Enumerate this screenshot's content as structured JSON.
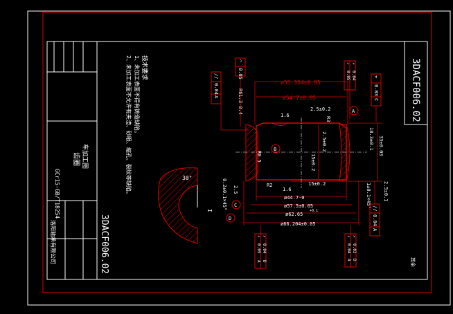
{
  "drawing_number": "3DACF006.02",
  "tech_requirements": {
    "title": "技术要求",
    "items": [
      "1、未加工表面不得有铸造缺陷。",
      "2、未加工表面不允许有夹渣、砂眼、缩孔、裂纹等缺陷。"
    ]
  },
  "title_block": {
    "part_name": "齿圈",
    "process": "车加工图",
    "material": "GCr15-GB/T18254",
    "drawing_no": "3DACF006.02",
    "company": "洛阳轴承有限公司"
  },
  "dimensions": {
    "d_top_outer": "ø55.334±0.05",
    "d_top_inner": "ø54.7±0.05",
    "d_bottom_1": "ø44.7-0",
    "d_bottom_2": "ø57.5±0.05",
    "d_bottom_3": "ø62.65",
    "d_bottom_3_tol": "+0.1",
    "d_bottom_4": "ø66.204±0.05",
    "r_top": "R61.3-0.4",
    "r_left": "R0.5",
    "r_right": "R3",
    "r_bottom": "R2",
    "width_total": "33±0.03",
    "height_mid": "15±0.2",
    "height_left": "15±0.2",
    "h_right": "18.3±0.1",
    "chamfer_left": "0.2±0.1×45°",
    "chamfer_right": "1±0.1×45°",
    "len_1": "2.5±0.2",
    "len_2": "2.5±0.2",
    "len_3": "2.5±0.1",
    "len_4": "2.5",
    "len_5": "1.6",
    "len_6": "1.6",
    "detail_angle": "30°",
    "detail_label": "I"
  },
  "tolerances": {
    "parallel_top": {
      "symbol": "//",
      "value": "0.04",
      "datum": "A"
    },
    "parallel_bottom": {
      "symbol": "//",
      "value": "0.04",
      "datum": "A"
    },
    "profile_top": {
      "symbol": "⌒",
      "value": "0.05"
    },
    "runout_top_1": {
      "symbol": "↗",
      "value": "0.05",
      "datum": "A"
    },
    "runout_top_2": {
      "symbol": "↗",
      "value": "0.04",
      "datum": "D"
    },
    "position_top": {
      "symbol": "⌖",
      "value": "0.03",
      "datum": "C"
    },
    "runout_bot_1": {
      "symbol": "↗",
      "value": "0.05",
      "datum": "A"
    },
    "runout_bot_2": {
      "symbol": "↗",
      "value": "0.04",
      "datum": "D"
    },
    "runout_bot_3": {
      "symbol": "↗",
      "value": "0.04",
      "datum": "A"
    },
    "runout_bot_4": {
      "symbol": "↗",
      "value": "0.03",
      "datum": "D"
    }
  },
  "datums": [
    "A",
    "B",
    "C",
    "D"
  ],
  "roughness_note": "其余"
}
